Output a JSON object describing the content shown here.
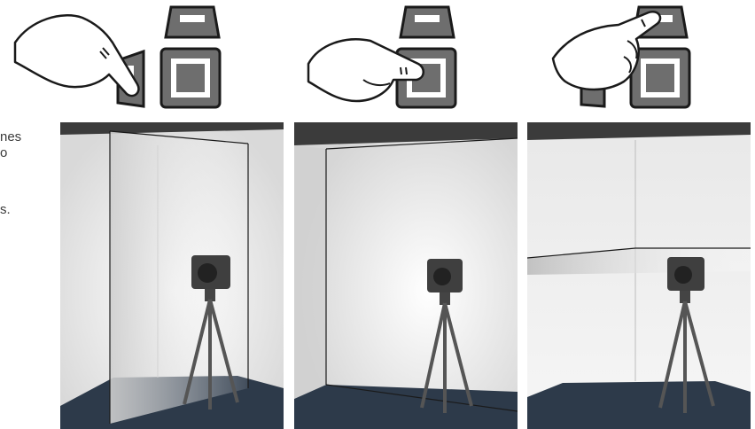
{
  "side_text": [
    "nes",
    "o",
    "s."
  ],
  "panels": [
    {
      "id": "vertical-line-mode",
      "button_pressed": "side",
      "laser": "vertical"
    },
    {
      "id": "cross-line-mode",
      "button_pressed": "front",
      "laser": "vertical-corner"
    },
    {
      "id": "horizontal-line-mode",
      "button_pressed": "top",
      "laser": "horizontal"
    }
  ],
  "colors": {
    "button_fill": "#6e6e6e",
    "button_outline": "#1a1a1a",
    "floor": "#2d3a4a",
    "ceiling": "#3b3b3b",
    "wall": "#ebebeb"
  }
}
